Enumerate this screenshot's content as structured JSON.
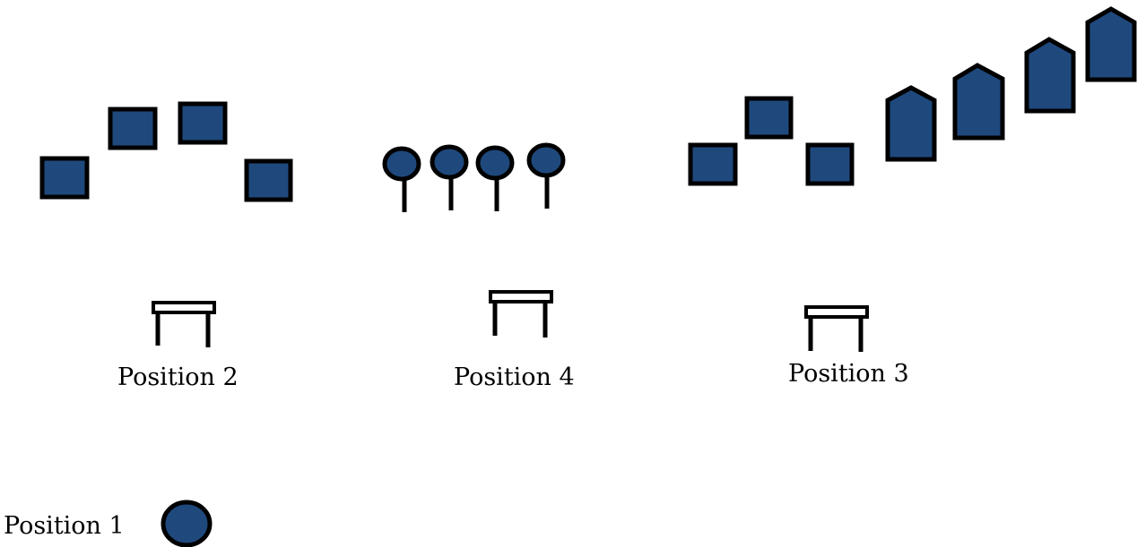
{
  "labels": {
    "position_2": "Position 2",
    "position_4": "Position 4",
    "position_3": "Position 3",
    "position_1": "Position 1"
  },
  "colors": {
    "fill": "#1f497d",
    "stroke": "#000000",
    "background": "#ffffff"
  },
  "groups": [
    {
      "name": "position-2",
      "shape": "square",
      "count": 4
    },
    {
      "name": "position-4",
      "shape": "lollipop",
      "count": 4
    },
    {
      "name": "position-3",
      "shapes": [
        {
          "shape": "square",
          "count": 3
        },
        {
          "shape": "pentagon",
          "count": 4
        }
      ]
    },
    {
      "name": "position-1",
      "shape": "circle",
      "count": 1
    }
  ]
}
